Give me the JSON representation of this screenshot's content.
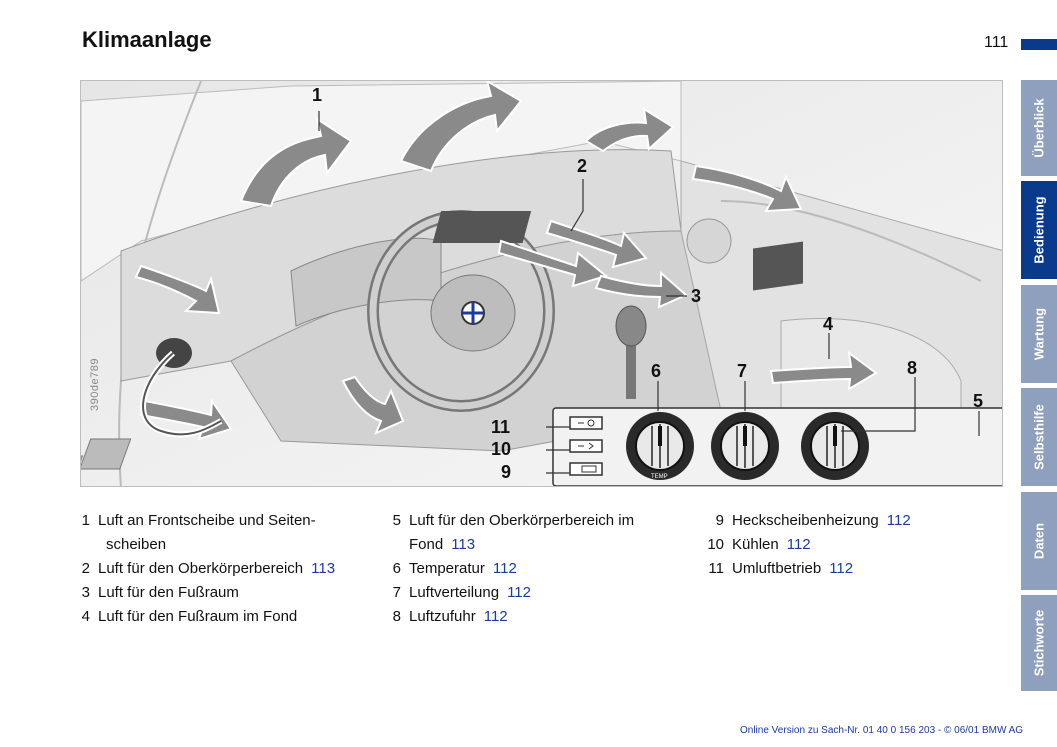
{
  "header": {
    "title": "Klimaanlage",
    "page_number": "111",
    "accent_color": "#0a3a8c"
  },
  "figure": {
    "code": "390de789",
    "callouts": [
      "1",
      "2",
      "3",
      "4",
      "5",
      "6",
      "7",
      "8",
      "9",
      "10",
      "11"
    ],
    "knob_labels": {
      "temp": "TEMP"
    }
  },
  "legend": {
    "col1": [
      {
        "num": "1",
        "text": "Luft an Frontscheibe und Seiten-",
        "text2": "scheiben",
        "ref": ""
      },
      {
        "num": "2",
        "text": "Luft für den Oberkörperbereich",
        "ref": "113"
      },
      {
        "num": "3",
        "text": "Luft für den Fußraum",
        "ref": ""
      },
      {
        "num": "4",
        "text": "Luft für den Fußraum im Fond",
        "ref": ""
      }
    ],
    "col2": [
      {
        "num": "5",
        "text": "Luft für den Oberkörperbereich im",
        "text2": "Fond",
        "ref": "113"
      },
      {
        "num": "6",
        "text": "Temperatur",
        "ref": "112"
      },
      {
        "num": "7",
        "text": "Luftverteilung",
        "ref": "112"
      },
      {
        "num": "8",
        "text": "Luftzufuhr",
        "ref": "112"
      }
    ],
    "col3": [
      {
        "num": "9",
        "text": "Heckscheibenheizung",
        "ref": "112"
      },
      {
        "num": "10",
        "text": "Kühlen",
        "ref": "112"
      },
      {
        "num": "11",
        "text": "Umluftbetrieb",
        "ref": "112"
      }
    ]
  },
  "tabs": [
    {
      "label": "Überblick",
      "active": false
    },
    {
      "label": "Bedienung",
      "active": true
    },
    {
      "label": "Wartung",
      "active": false
    },
    {
      "label": "Selbsthilfe",
      "active": false
    },
    {
      "label": "Daten",
      "active": false
    },
    {
      "label": "Stichworte",
      "active": false
    }
  ],
  "footer": {
    "text": "Online Version zu Sach-Nr. 01 40 0 156 203 - © 06/01 BMW AG"
  }
}
